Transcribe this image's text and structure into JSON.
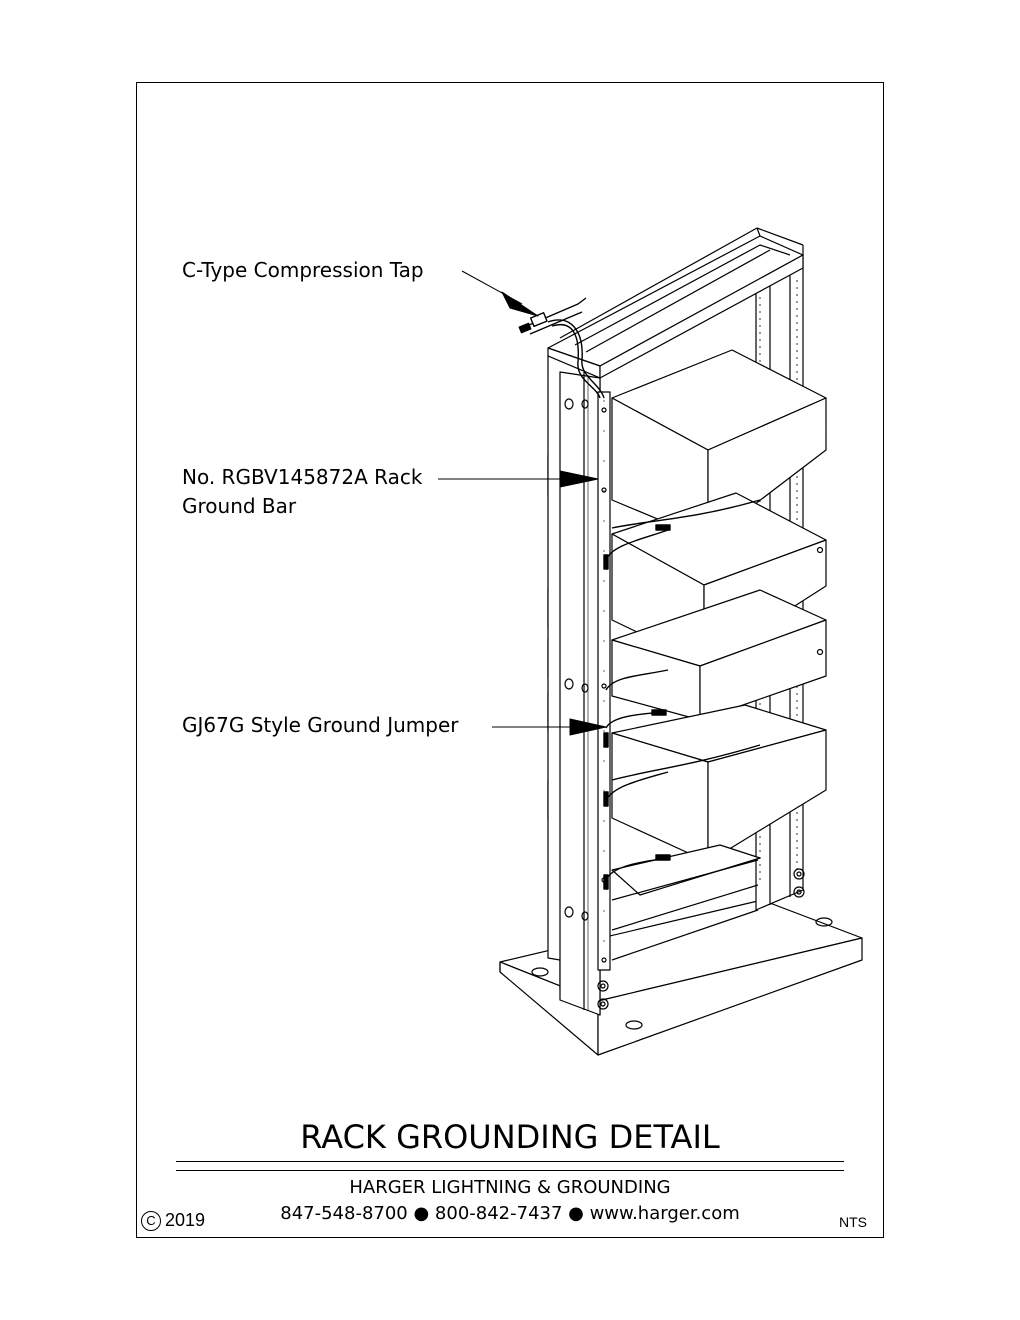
{
  "callouts": {
    "compression_tap": "C-Type Compression Tap",
    "ground_bar_line1": "No. RGBV145872A Rack",
    "ground_bar_line2": "Ground Bar",
    "ground_jumper": "GJ67G Style Ground Jumper"
  },
  "title_block": {
    "title": "RACK GROUNDING DETAIL",
    "company": "HARGER LIGHTNING & GROUNDING",
    "contact": "847-548-8700 ● 800-842-7437 ● www.harger.com",
    "copyright_symbol": "C",
    "copyright_year": "2019",
    "scale": "NTS"
  }
}
